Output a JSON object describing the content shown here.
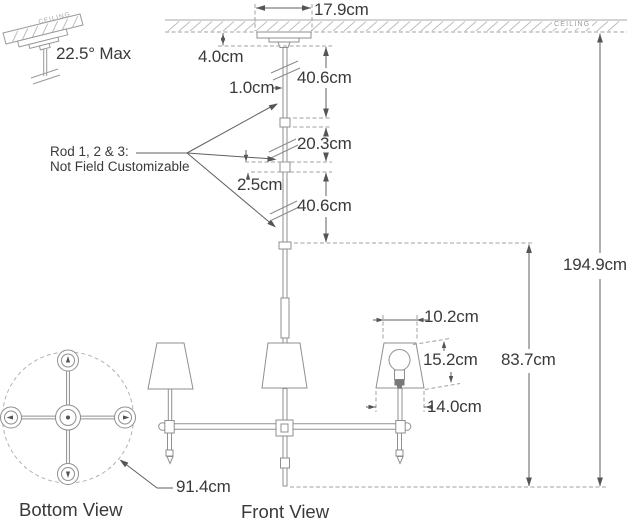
{
  "diagram": {
    "ceiling_label": "CEILING",
    "ceiling_label_tilted": "CEILING",
    "tilt_note": "22.5° Max",
    "rod_note_line1": "Rod 1, 2 & 3:",
    "rod_note_line2": "Not Field Customizable",
    "bottom_view_label": "Bottom View",
    "front_view_label": "Front View"
  },
  "dimensions": {
    "canopy_width": "17.9cm",
    "canopy_drop": "4.0cm",
    "rod1_length": "40.6cm",
    "rod_diameter": "1.0cm",
    "rod2_length": "20.3cm",
    "coupler_height": "2.5cm",
    "rod3_length": "40.6cm",
    "overall_height": "194.9cm",
    "fixture_height": "83.7cm",
    "shade_top_width": "10.2cm",
    "shade_height": "15.2cm",
    "shade_bottom_width": "14.0cm",
    "fixture_width": "91.4cm"
  },
  "colors": {
    "background": "#ffffff",
    "fixture_line": "#8f8f8f",
    "dimension_line": "#5f5f5f",
    "dashed_line": "#a0a0a0",
    "hatch": "#bdbdbd",
    "text": "#3a3a3a",
    "socket_dark": "#787878"
  }
}
